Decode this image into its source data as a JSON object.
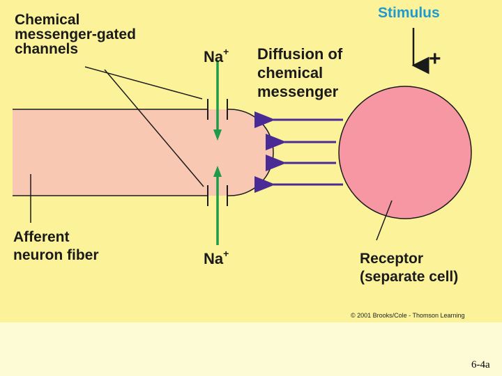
{
  "labels": {
    "channels": "Chemical\nmessenger-gated\nchannels",
    "stimulus": "Stimulus",
    "stimulus_sign": "+",
    "ion_top": "Na",
    "ion_bottom": "Na",
    "ion_charge": "+",
    "diffusion": "Diffusion of\nchemical\nmessenger",
    "afferent": "Afferent\nneuron fiber",
    "receptor": "Receptor\n(separate cell)"
  },
  "copyright": "© 2001 Brooks/Cole - Thomson Learning",
  "slide_number": "6-4a",
  "colors": {
    "figure_bg": "#fbf29a",
    "page_bg": "#fdfbd5",
    "fiber": "#f9c8b3",
    "receptor": "#f797a4",
    "arrow_purple": "#4a2a94",
    "arrow_green": "#1f9a48",
    "stimulus_blue": "#1e9ad2"
  }
}
